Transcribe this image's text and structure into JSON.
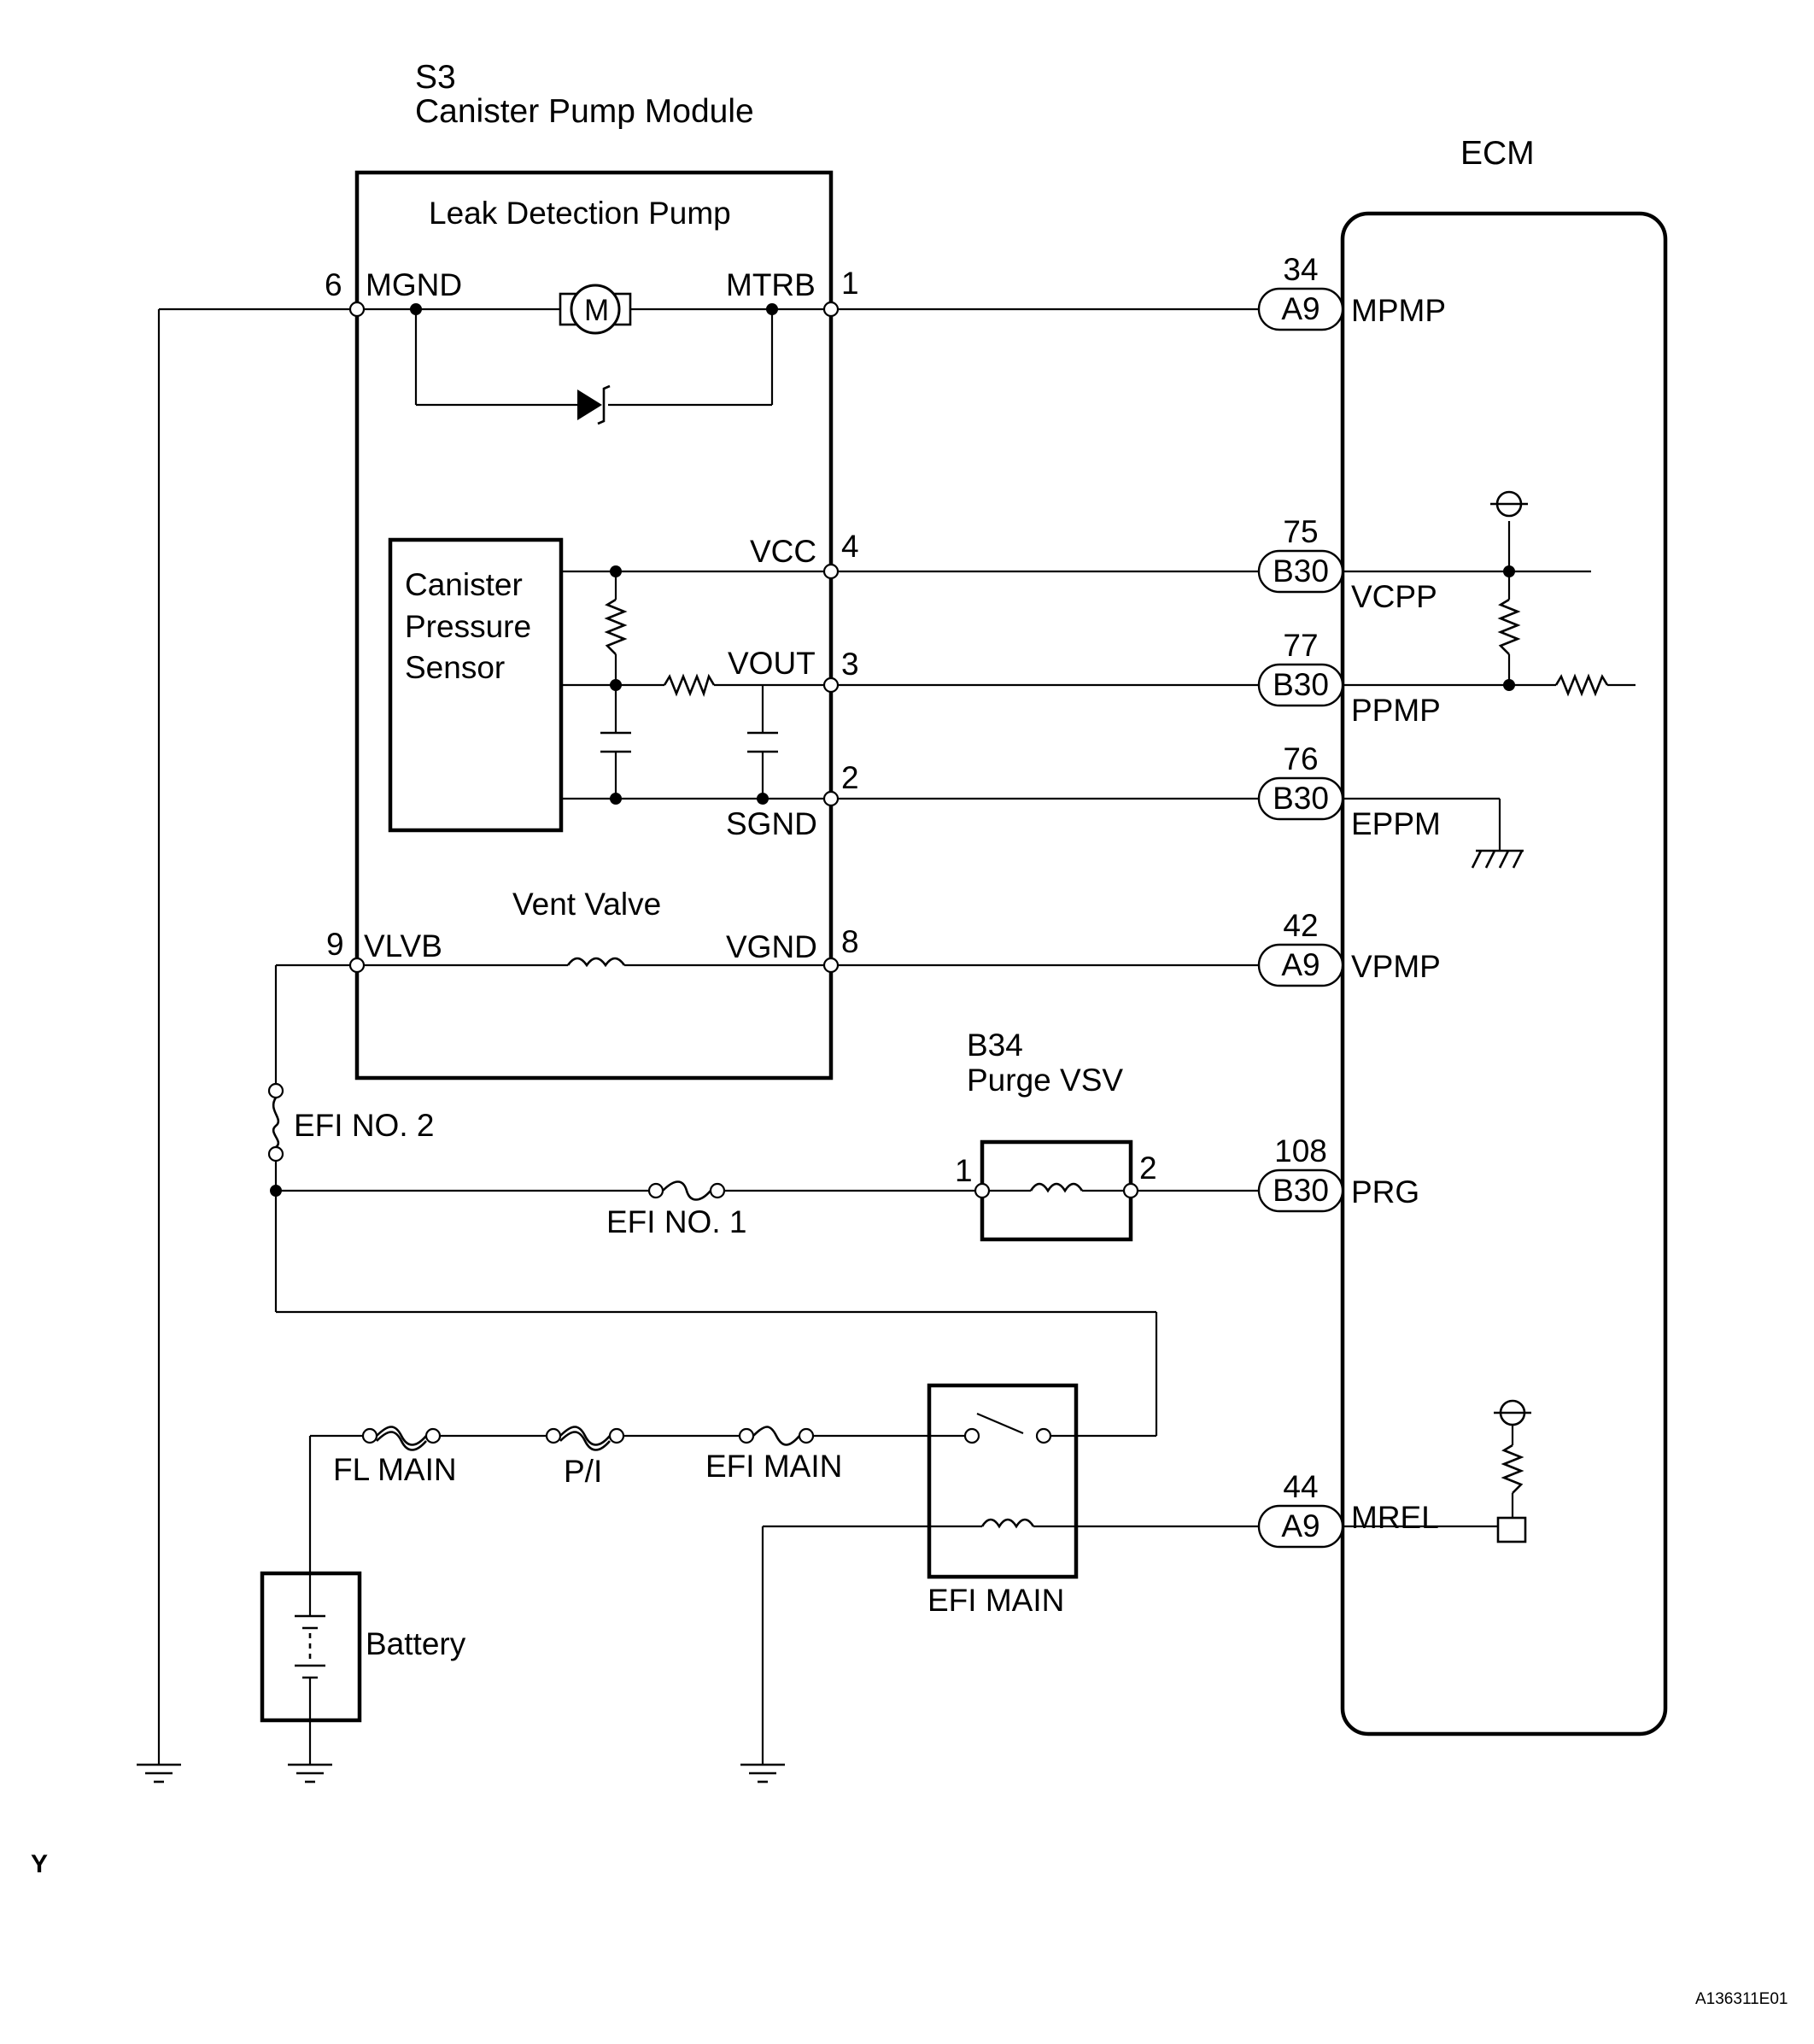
{
  "module": {
    "code": "S3",
    "name": "Canister Pump Module"
  },
  "ecm": {
    "label": "ECM"
  },
  "leak_pump": {
    "title": "Leak Detection Pump",
    "motor_symbol": "M"
  },
  "sensor": {
    "lines": [
      "Canister",
      "Pressure",
      "Sensor"
    ]
  },
  "vent_valve": {
    "title": "Vent Valve"
  },
  "module_pins": {
    "mgnd": {
      "num": "6",
      "name": "MGND"
    },
    "mtrb": {
      "num": "1",
      "name": "MTRB"
    },
    "vcc": {
      "num": "4",
      "name": "VCC"
    },
    "vout": {
      "num": "3",
      "name": "VOUT"
    },
    "sgnd": {
      "num": "2",
      "name": "SGND"
    },
    "vlvb": {
      "num": "9",
      "name": "VLVB"
    },
    "vgnd": {
      "num": "8",
      "name": "VGND"
    }
  },
  "ecm_pins": [
    {
      "pin": "34",
      "conn": "A9",
      "name": "MPMP"
    },
    {
      "pin": "75",
      "conn": "B30",
      "name": "VCPP"
    },
    {
      "pin": "77",
      "conn": "B30",
      "name": "PPMP"
    },
    {
      "pin": "76",
      "conn": "B30",
      "name": "EPPM"
    },
    {
      "pin": "42",
      "conn": "A9",
      "name": "VPMP"
    },
    {
      "pin": "108",
      "conn": "B30",
      "name": "PRG"
    },
    {
      "pin": "44",
      "conn": "A9",
      "name": "MREL"
    }
  ],
  "purge_vsv": {
    "code": "B34",
    "name": "Purge VSV",
    "pin1": "1",
    "pin2": "2"
  },
  "fuses": {
    "efi_no2": "EFI NO. 2",
    "efi_no1": "EFI NO. 1",
    "fl_main": "FL MAIN",
    "pi": "P/I",
    "efi_main": "EFI MAIN"
  },
  "relay": {
    "label": "EFI MAIN"
  },
  "battery": {
    "label": "Battery"
  },
  "footer": {
    "left": "Y",
    "right": "A136311E01"
  }
}
